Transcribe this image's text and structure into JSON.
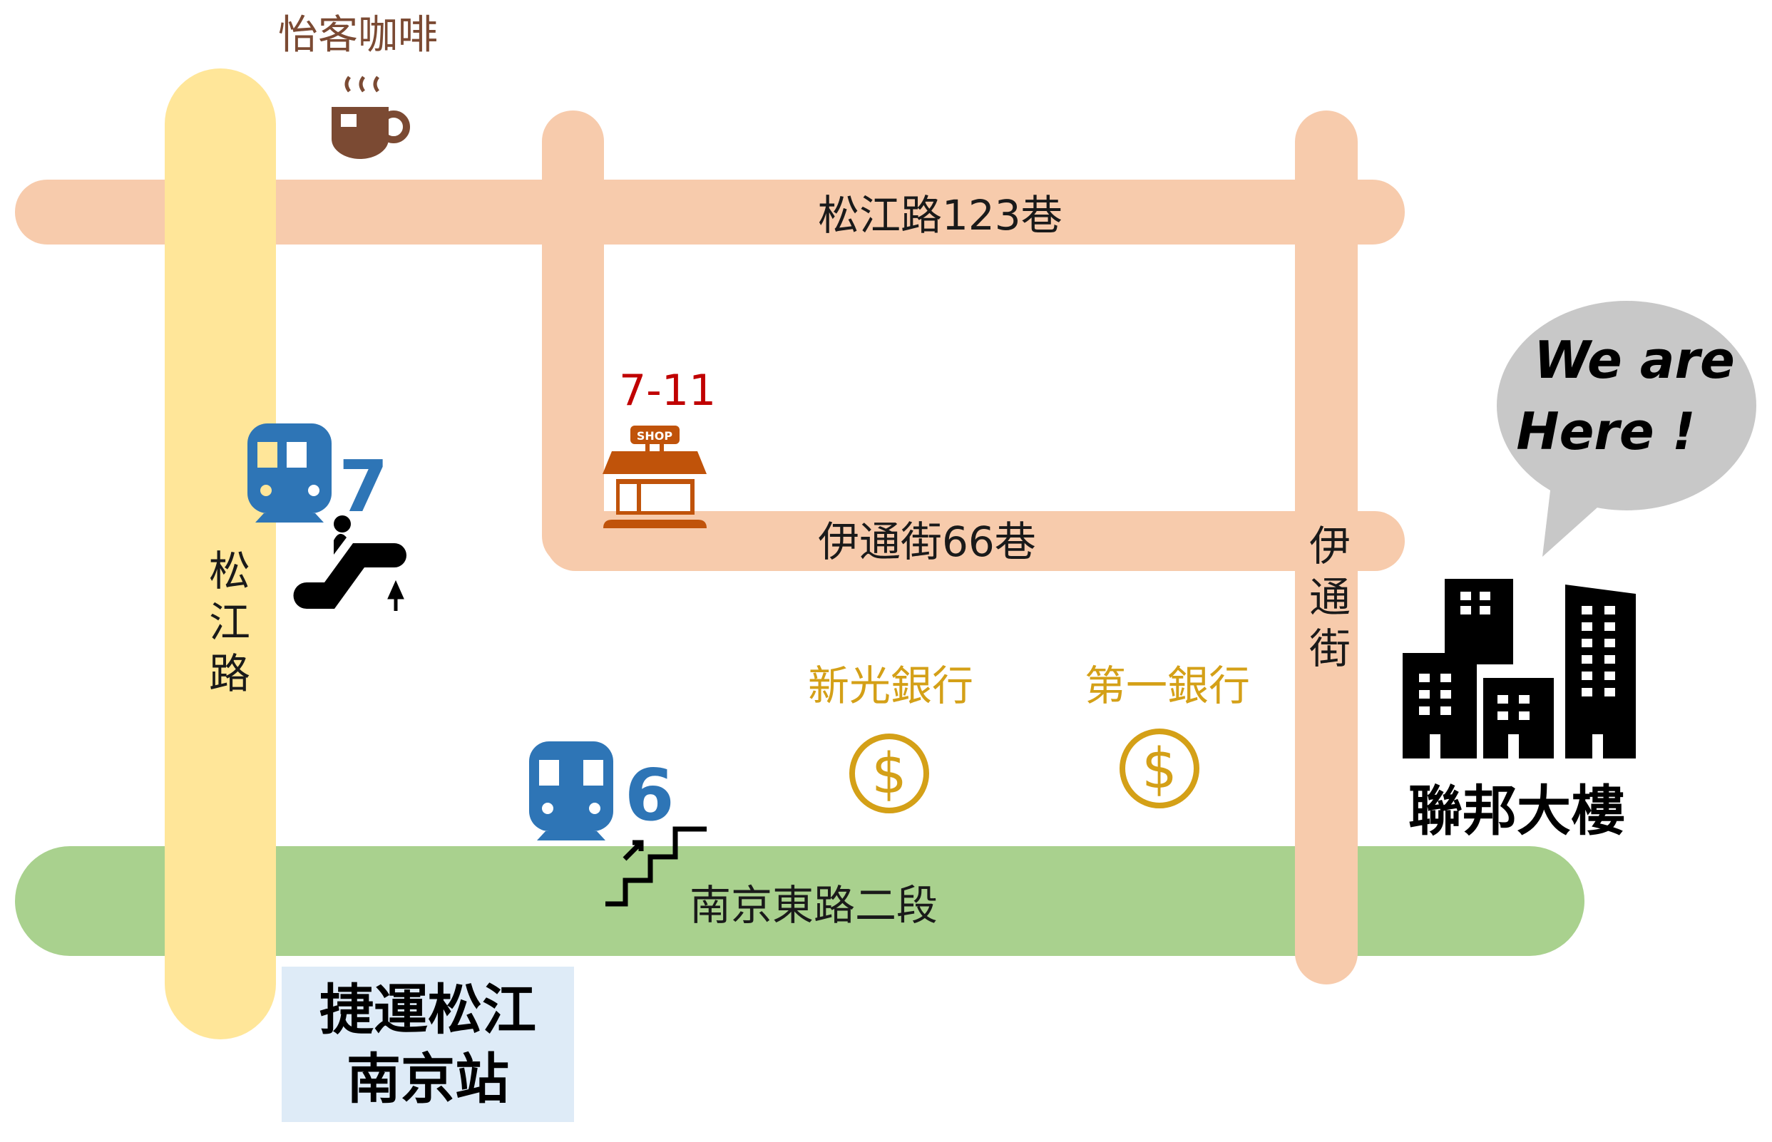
{
  "colors": {
    "main_road": "#F7CBAC",
    "songjiang_road": "#FFE699",
    "nanjing_road": "#A9D18E",
    "station_box": "#DEEBF7",
    "mrt_blue": "#2E75B6",
    "coffee": "#7B4A33",
    "shop": "#C0530A",
    "bank": "#D4A017",
    "bubble": "#C8C8C8"
  },
  "roads": {
    "songjiang": "松江路",
    "lane123": "松江路123巷",
    "lane66": "伊通街66巷",
    "yitong": "伊通街",
    "nanjing": "南京東路二段"
  },
  "landmarks": {
    "coffee": "怡客咖啡",
    "seven_eleven": "7-11",
    "shop_sign": "SHOP",
    "bank1": "新光銀行",
    "bank2": "第一銀行",
    "building": "聯邦大樓"
  },
  "station": {
    "line1": "捷運松江",
    "line2": "南京站",
    "exit7": "7",
    "exit6": "6"
  },
  "bubble": {
    "line1": "We are",
    "line2": "Here !"
  },
  "icons": [
    "coffee-cup-icon",
    "shop-icon",
    "train-icon",
    "escalator-icon",
    "stairs-icon",
    "dollar-icon",
    "buildings-icon"
  ]
}
